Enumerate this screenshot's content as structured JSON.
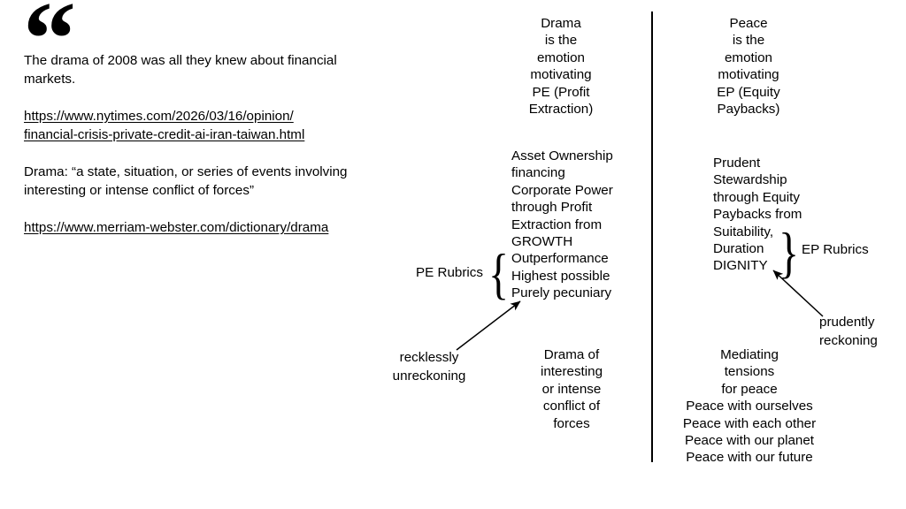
{
  "slide": {
    "quote_mark": "“",
    "divider": "vertical-rule"
  },
  "left_column": {
    "quote_text": "The drama of 2008 was all they knew about financial markets.",
    "link_nytimes_line1": "https://www.nytimes.com/2026/03/16/opinion/",
    "link_nytimes_line2": "financial-crisis-private-credit-ai-iran-taiwan.html",
    "definition": "Drama: “a state, situation, or series of events involving interesting or intense conflict of forces”",
    "link_merriam": "https://www.merriam-webster.com/dictionary/drama"
  },
  "middle_column": {
    "header": "Drama\nis the\nemotion\nmotivating\nPE (Profit\nExtraction)",
    "rubric_body": "Asset Ownership\nfinancing\nCorporate Power\nthrough Profit\nExtraction from\nGROWTH\nOutperformance\nHighest possible\nPurely pecuniary",
    "rubric_label": "PE Rubrics",
    "annotation": "recklessly\nunreckoning",
    "footer": "Drama of\ninteresting\nor intense\nconflict of\nforces"
  },
  "right_column": {
    "header": "Peace\nis the\nemotion\nmotivating\nEP (Equity\nPaybacks)",
    "rubric_body": "Prudent\nStewardship\nthrough Equity\nPaybacks from\nSuitability,\nDuration\nDIGNITY",
    "rubric_label": "EP Rubrics",
    "annotation": "prudently\nreckoning",
    "footer": "Mediating\ntensions\nfor peace\nPeace with ourselves\nPeace with each other\nPeace with our planet\nPeace with our future"
  },
  "braces": {
    "pe": "{",
    "ep": "}"
  },
  "colors": {
    "ink": "#000000",
    "background": "#ffffff"
  }
}
